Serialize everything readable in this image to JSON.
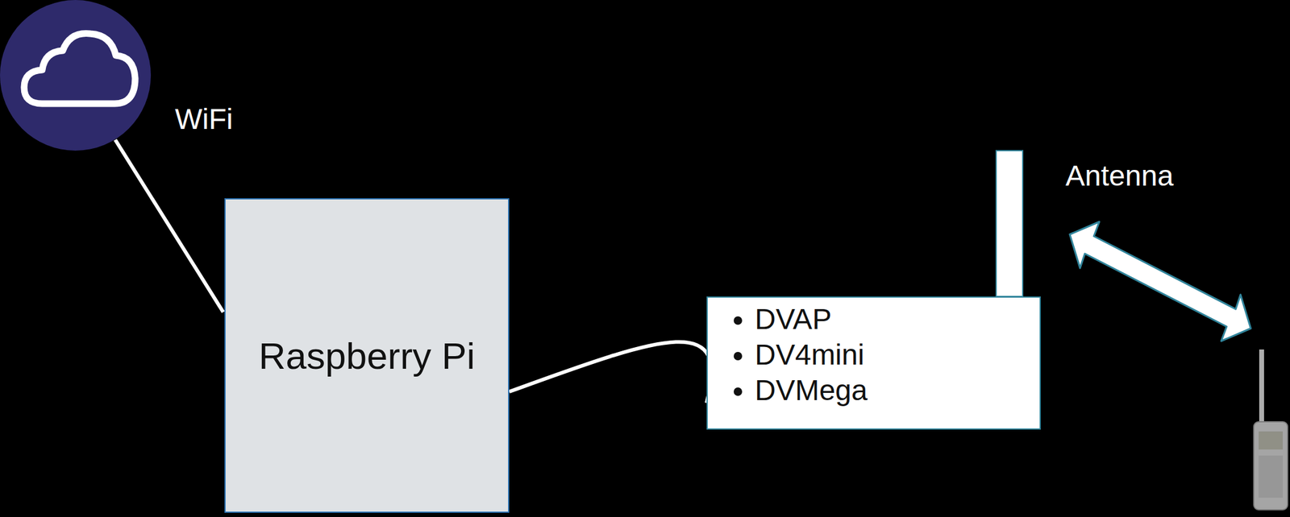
{
  "diagram": {
    "nodes": [
      {
        "text": [
          "Raspberry Pi"
        ]
      },
      {
        "text": [
          "DVAP",
          "DV4mini",
          "DVMega"
        ]
      }
    ],
    "edges": [
      {
        "from": 0,
        "to": 1,
        "arrow": "none"
      }
    ],
    "labels": [
      "WiFi",
      "Antenna"
    ]
  }
}
